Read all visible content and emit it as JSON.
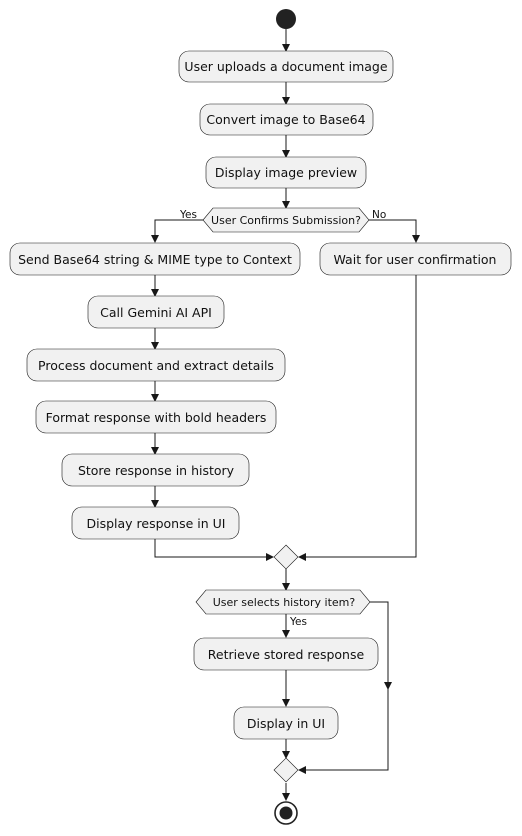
{
  "diagram": {
    "actions": {
      "upload": "User uploads a document image",
      "convert": "Convert image to Base64",
      "preview": "Display image preview",
      "send": "Send Base64 string & MIME type to Context",
      "wait": "Wait for user confirmation",
      "call": "Call Gemini AI API",
      "process": "Process document and extract details",
      "format": "Format response with bold headers",
      "store": "Store response in history",
      "display_response": "Display response in UI",
      "retrieve": "Retrieve stored response",
      "display_ui": "Display in UI"
    },
    "decisions": {
      "confirm": "User Confirms Submission?",
      "history": "User selects history item?"
    },
    "edge_labels": {
      "confirm_yes": "Yes",
      "confirm_no": "No",
      "history_yes": "Yes"
    }
  }
}
